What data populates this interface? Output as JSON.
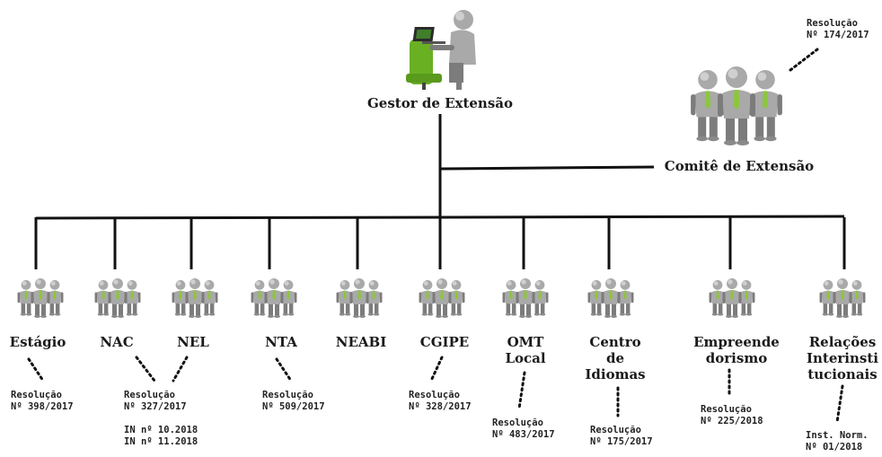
{
  "gestor": {
    "label": "Gestor de Extensão"
  },
  "comite": {
    "label": "Comitê de Extensão",
    "ref_line1": "Resolução",
    "ref_line2": "Nº 174/2017"
  },
  "units": [
    {
      "name": "Estágio",
      "refs": [
        "Resolução",
        "Nº 398/2017"
      ]
    },
    {
      "name": "NAC",
      "refs": []
    },
    {
      "name": "NEL",
      "refs": []
    },
    {
      "name": "NTA",
      "refs": [
        "Resolução",
        "Nº 509/2017"
      ]
    },
    {
      "name": "NEABI",
      "refs": []
    },
    {
      "name": "CGIPE",
      "refs": [
        "Resolução",
        "Nº 328/2017"
      ]
    },
    {
      "name_lines": [
        "OMT",
        "Local"
      ],
      "refs": [
        "Resolução",
        "Nº 483/2017"
      ]
    },
    {
      "name_lines": [
        "Centro",
        "de",
        "Idiomas"
      ],
      "refs": [
        "Resolução",
        "Nº 175/2017"
      ]
    },
    {
      "name_lines": [
        "Empreende",
        "dorismo"
      ],
      "refs": [
        "Resolução",
        "Nº 225/2018"
      ]
    },
    {
      "name_lines": [
        "Relações",
        "Interinsti",
        "tucionais"
      ],
      "refs": [
        "Inst. Norm.",
        "Nº 01/2018"
      ]
    }
  ],
  "nac_nel_refs": [
    "Resolução",
    "Nº 327/2017",
    "IN nº 10.2018",
    "IN nº 11.2018"
  ],
  "colors": {
    "figure_body": "#a9a9a9",
    "figure_shade": "#7c7c7c",
    "tie": "#8cc63f",
    "chair": "#6ab023",
    "line": "#111111"
  }
}
